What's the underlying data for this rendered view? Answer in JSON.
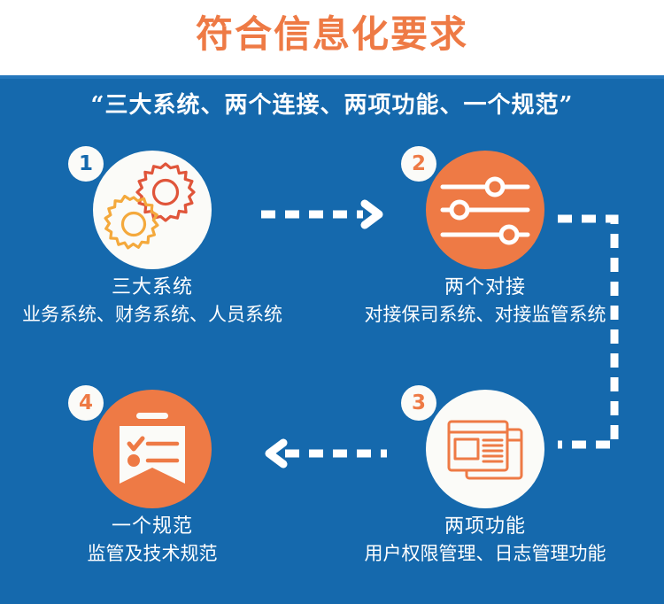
{
  "poster": {
    "title": "符合信息化要求",
    "subtitle": "“三大系统、两个连接、两项功能、一个规范”",
    "colors": {
      "background": "#FFFFFF",
      "body_blue": "#1569AD",
      "accent_orange": "#EE7A45",
      "title_orange": "#EE7A45",
      "gear_red": "#E0553A",
      "gear_amber": "#F4A93C",
      "text_white": "#FFFFFF"
    }
  },
  "nodes": [
    {
      "number": "1",
      "badge_style": "white-circle-blue-number",
      "disc_style": "white",
      "icon": "two-gears-icon",
      "headline": "三大系统",
      "detail": "业务系统、财务系统、人员系统"
    },
    {
      "number": "2",
      "badge_style": "white-circle-orange-number",
      "disc_style": "orange",
      "icon": "sliders-icon",
      "headline": "两个对接",
      "detail": "对接保司系统、对接监管系统"
    },
    {
      "number": "3",
      "badge_style": "white-circle-orange-number",
      "disc_style": "white",
      "icon": "windows-layers-icon",
      "headline": "两项功能",
      "detail": "用户权限管理、日志管理功能"
    },
    {
      "number": "4",
      "badge_style": "white-circle-orange-number",
      "disc_style": "orange",
      "icon": "certificate-icon",
      "headline": "一个规范",
      "detail": "监管及技术规范"
    }
  ],
  "connectors": [
    {
      "name": "arrow-one-to-two",
      "direction": "right",
      "style": "dashed",
      "dashes": 5,
      "arrowhead": "chevron"
    },
    {
      "name": "bracket-two-to-three",
      "direction": "right-down-left",
      "style": "dashed",
      "arrowhead": "none"
    },
    {
      "name": "arrow-three-to-four",
      "direction": "left",
      "style": "dashed",
      "dashes": 5,
      "arrowhead": "chevron"
    }
  ]
}
